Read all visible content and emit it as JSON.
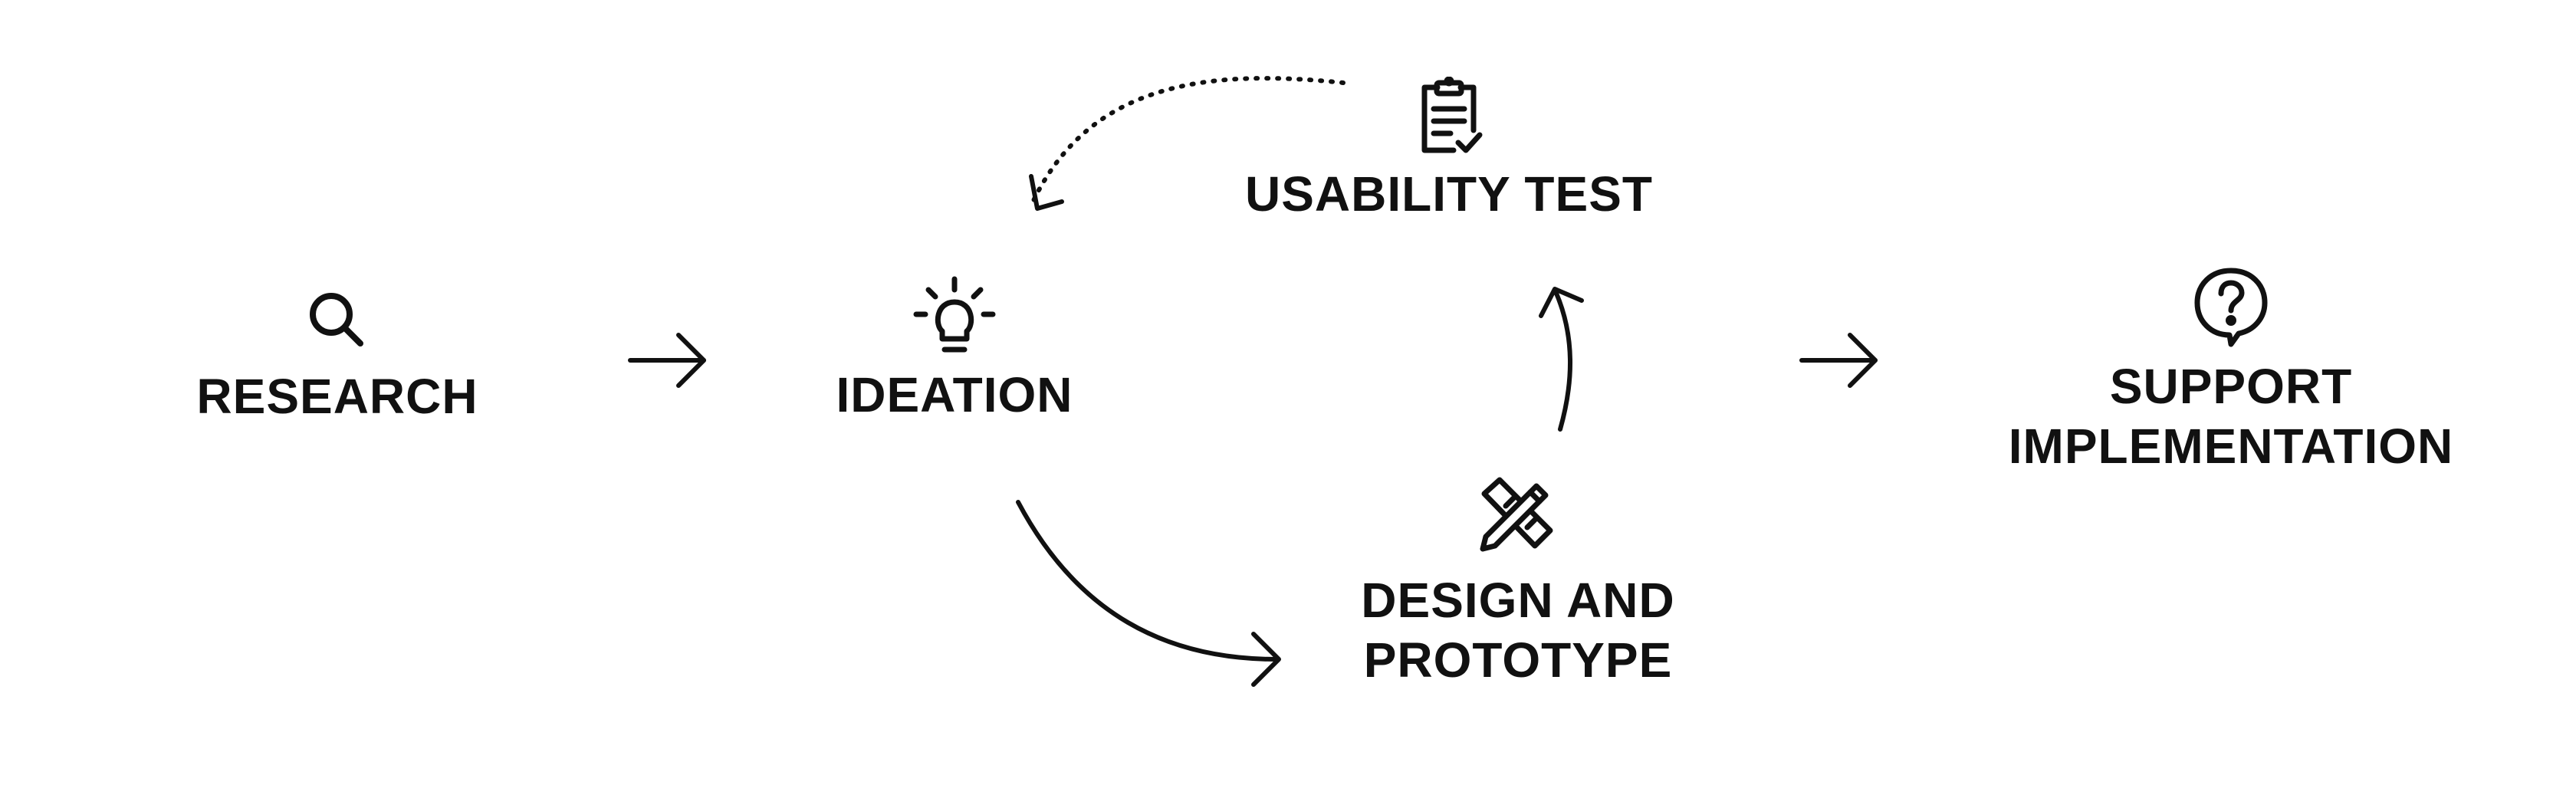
{
  "diagram": {
    "nodes": {
      "research": {
        "label": "RESEARCH",
        "icon": "magnifying-glass-icon"
      },
      "ideation": {
        "label": "IDEATION",
        "icon": "lightbulb-icon"
      },
      "usability_test": {
        "label": "USABILITY TEST",
        "icon": "clipboard-check-icon"
      },
      "design_prototype": {
        "label_line1": "DESIGN AND",
        "label_line2": "PROTOTYPE",
        "icon": "pencil-ruler-icon"
      },
      "support_implementation": {
        "label_line1": "SUPPORT",
        "label_line2": "IMPLEMENTATION",
        "icon": "question-bubble-icon"
      }
    },
    "edges": [
      {
        "from": "research",
        "to": "ideation",
        "style": "solid"
      },
      {
        "from": "ideation",
        "to": "design_prototype",
        "style": "solid"
      },
      {
        "from": "design_prototype",
        "to": "usability_test",
        "style": "solid"
      },
      {
        "from": "usability_test",
        "to": "ideation",
        "style": "dotted"
      },
      {
        "from": "usability_test",
        "to": "support_implementation",
        "style": "solid"
      }
    ],
    "colors": {
      "ink": "#111111",
      "background": "#ffffff"
    }
  }
}
